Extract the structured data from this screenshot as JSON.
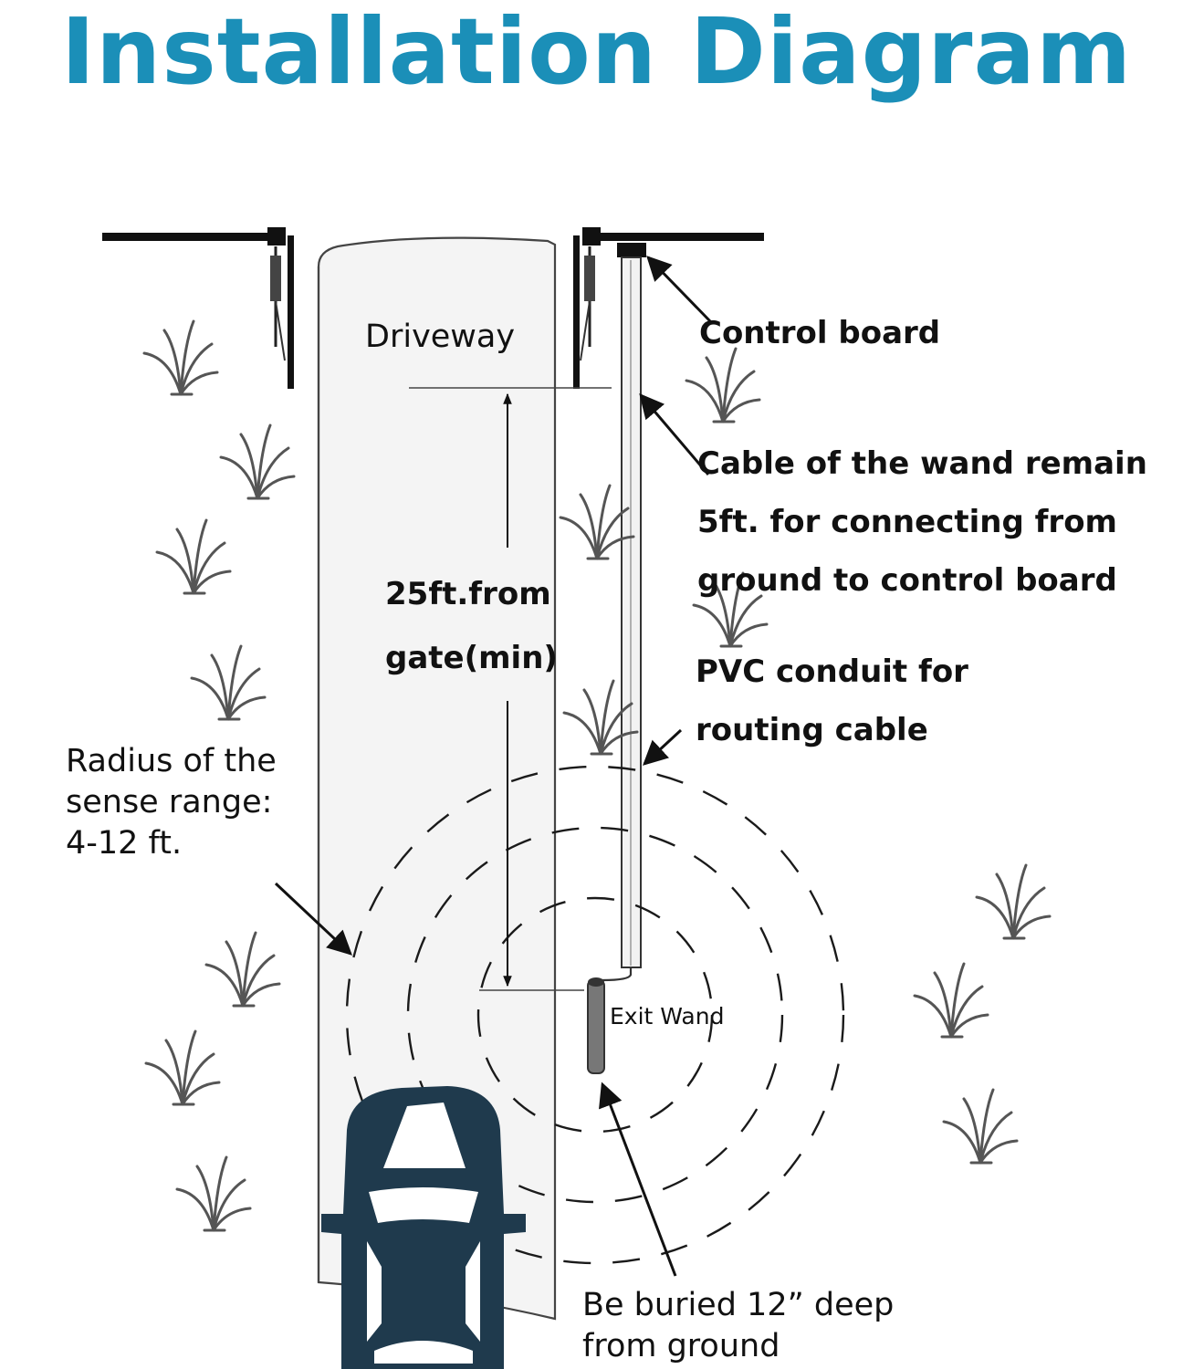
{
  "title": "Installation Diagram",
  "labels": {
    "driveway": "Driveway",
    "control_board": "Control board",
    "cable_line1": "Cable of the wand remain",
    "cable_line2": "5ft. for connecting from",
    "cable_line3": "ground to control board",
    "pvc_line1": "PVC conduit for",
    "pvc_line2": "routing cable",
    "distance_line1": "25ft.from",
    "distance_line2": "gate(min)",
    "radius_line1": "Radius of the",
    "radius_line2": "sense range:",
    "radius_line3": "4-12 ft.",
    "exit_wand": "Exit Wand",
    "buried_line1": "Be buried 12” deep",
    "buried_line2": "from ground"
  },
  "colors": {
    "title": "#1b8fb8",
    "car": "#1f3a4d",
    "text": "#111111"
  },
  "icons": [
    "grass-icon",
    "car-icon",
    "arrow-icon"
  ]
}
